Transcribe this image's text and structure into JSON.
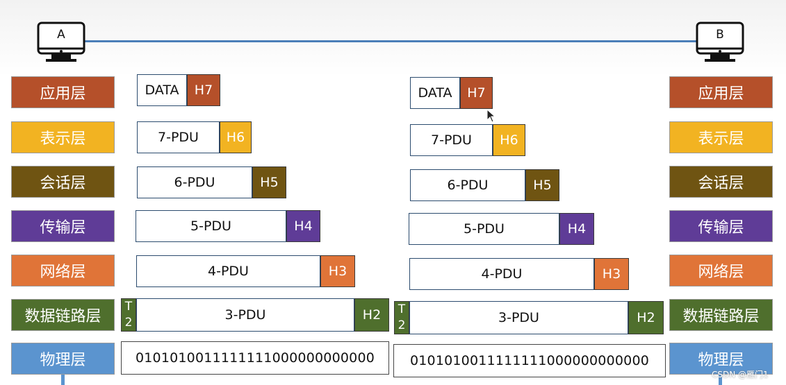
{
  "hosts": {
    "a_label": "A",
    "b_label": "B"
  },
  "layers": [
    {
      "label": "应用层",
      "color": "#b5502a"
    },
    {
      "label": "表示层",
      "color": "#f2b322"
    },
    {
      "label": "会话层",
      "color": "#6f5412"
    },
    {
      "label": "传输层",
      "color": "#5f3c97"
    },
    {
      "label": "网络层",
      "color": "#e07438"
    },
    {
      "label": "数据链路层",
      "color": "#4f6f2d"
    },
    {
      "label": "物理层",
      "color": "#5b94cf"
    }
  ],
  "stack": [
    {
      "pdu": "DATA",
      "header": "H7"
    },
    {
      "pdu": "7-PDU",
      "header": "H6"
    },
    {
      "pdu": "6-PDU",
      "header": "H5"
    },
    {
      "pdu": "5-PDU",
      "header": "H4"
    },
    {
      "pdu": "4-PDU",
      "header": "H3"
    },
    {
      "pdu": "3-PDU",
      "header": "H2",
      "trailer": [
        "T",
        "2"
      ]
    }
  ],
  "bits": "0101010011111111000000000000",
  "watermark": "CSDN @雁门1"
}
